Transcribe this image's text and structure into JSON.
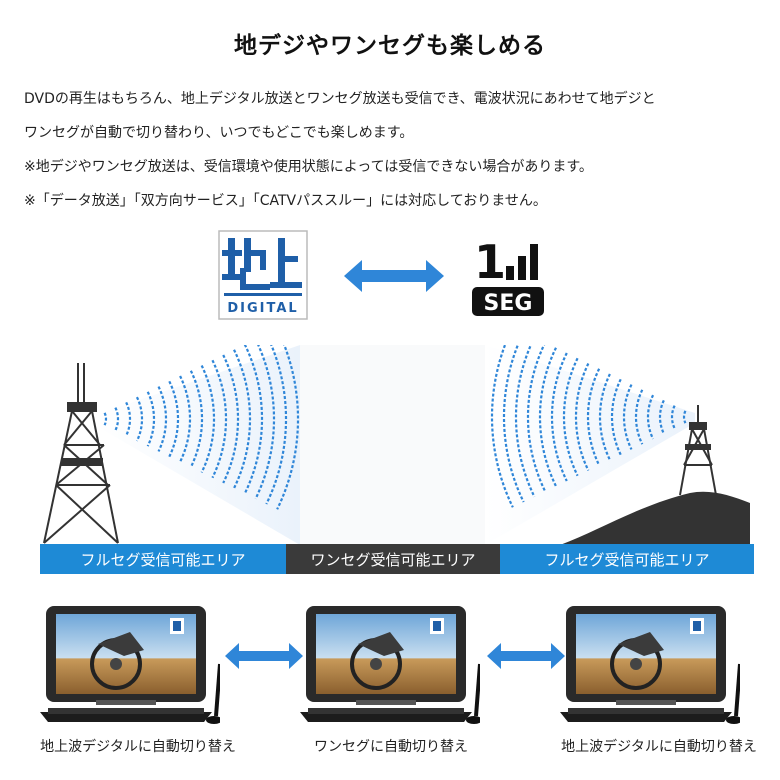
{
  "title": "地デジやワンセグも楽しめる",
  "description": [
    "DVDの再生はもちろん、地上デジタル放送とワンセグ放送も受信でき、電波状況にあわせて地デジと",
    "ワンセグが自動で切り替わり、いつでもどこでも楽しめます。",
    "※地デジやワンセグ放送は、受信環境や使用状態によっては受信できない場合があります。",
    "※「データ放送」「双方向サービス」「CATVパススルー」には対応しておりません。"
  ],
  "logos": {
    "digital_text": "DIGITAL",
    "oneseg_number": "1",
    "oneseg_text": "SEG"
  },
  "zones": [
    {
      "label": "フルセグ受信可能エリア"
    },
    {
      "label": "ワンセグ受信可能エリア"
    },
    {
      "label": "フルセグ受信可能エリア"
    }
  ],
  "captions": [
    "地上波デジタルに自動切り替え",
    "ワンセグに自動切り替え",
    "地上波デジタルに自動切り替え"
  ],
  "colors": {
    "accent_blue": "#1e8ad6",
    "dark_zone": "#3a3a3a",
    "logo_blue": "#1f5fa8",
    "arrow_blue": "#2f86d8"
  }
}
